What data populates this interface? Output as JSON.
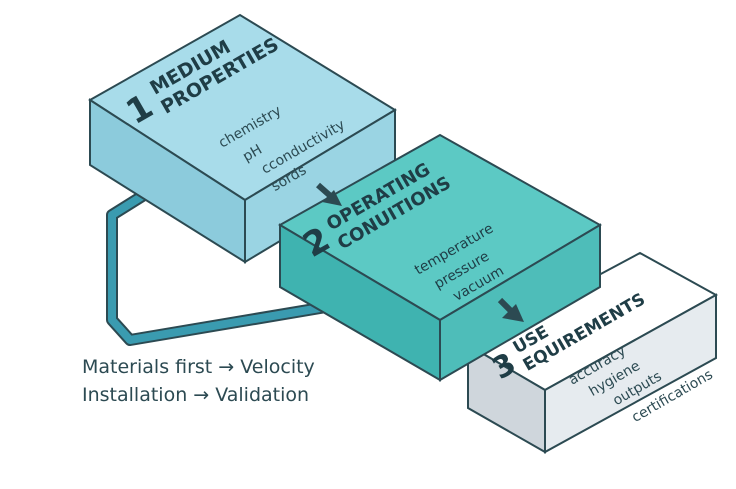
{
  "colors": {
    "box1": "#a8dcea",
    "box2": "#5cc9c4",
    "box3": "#e6ebef",
    "outline": "#2c4a52",
    "arrow": "#3a9bb0"
  },
  "boxes": [
    {
      "number": "1",
      "title_line1": "MEDIUM",
      "title_line2": "PROPERTIES",
      "items": [
        "chemistry",
        "pH",
        "cconductivity",
        "sords"
      ]
    },
    {
      "number": "2",
      "title_line1": "OPERATING",
      "title_line2": "CONUITIONS",
      "items": [
        "temperature",
        "pressure",
        "vacuum"
      ]
    },
    {
      "number": "3",
      "title_line1": "USE",
      "title_line2": "EQUIREMENTS",
      "items": [
        "accuracy",
        "hygiene",
        "outputs",
        "certifications"
      ]
    }
  ],
  "caption": {
    "line1": "Materials first → Velocity",
    "line2": "Installation → Validation"
  }
}
